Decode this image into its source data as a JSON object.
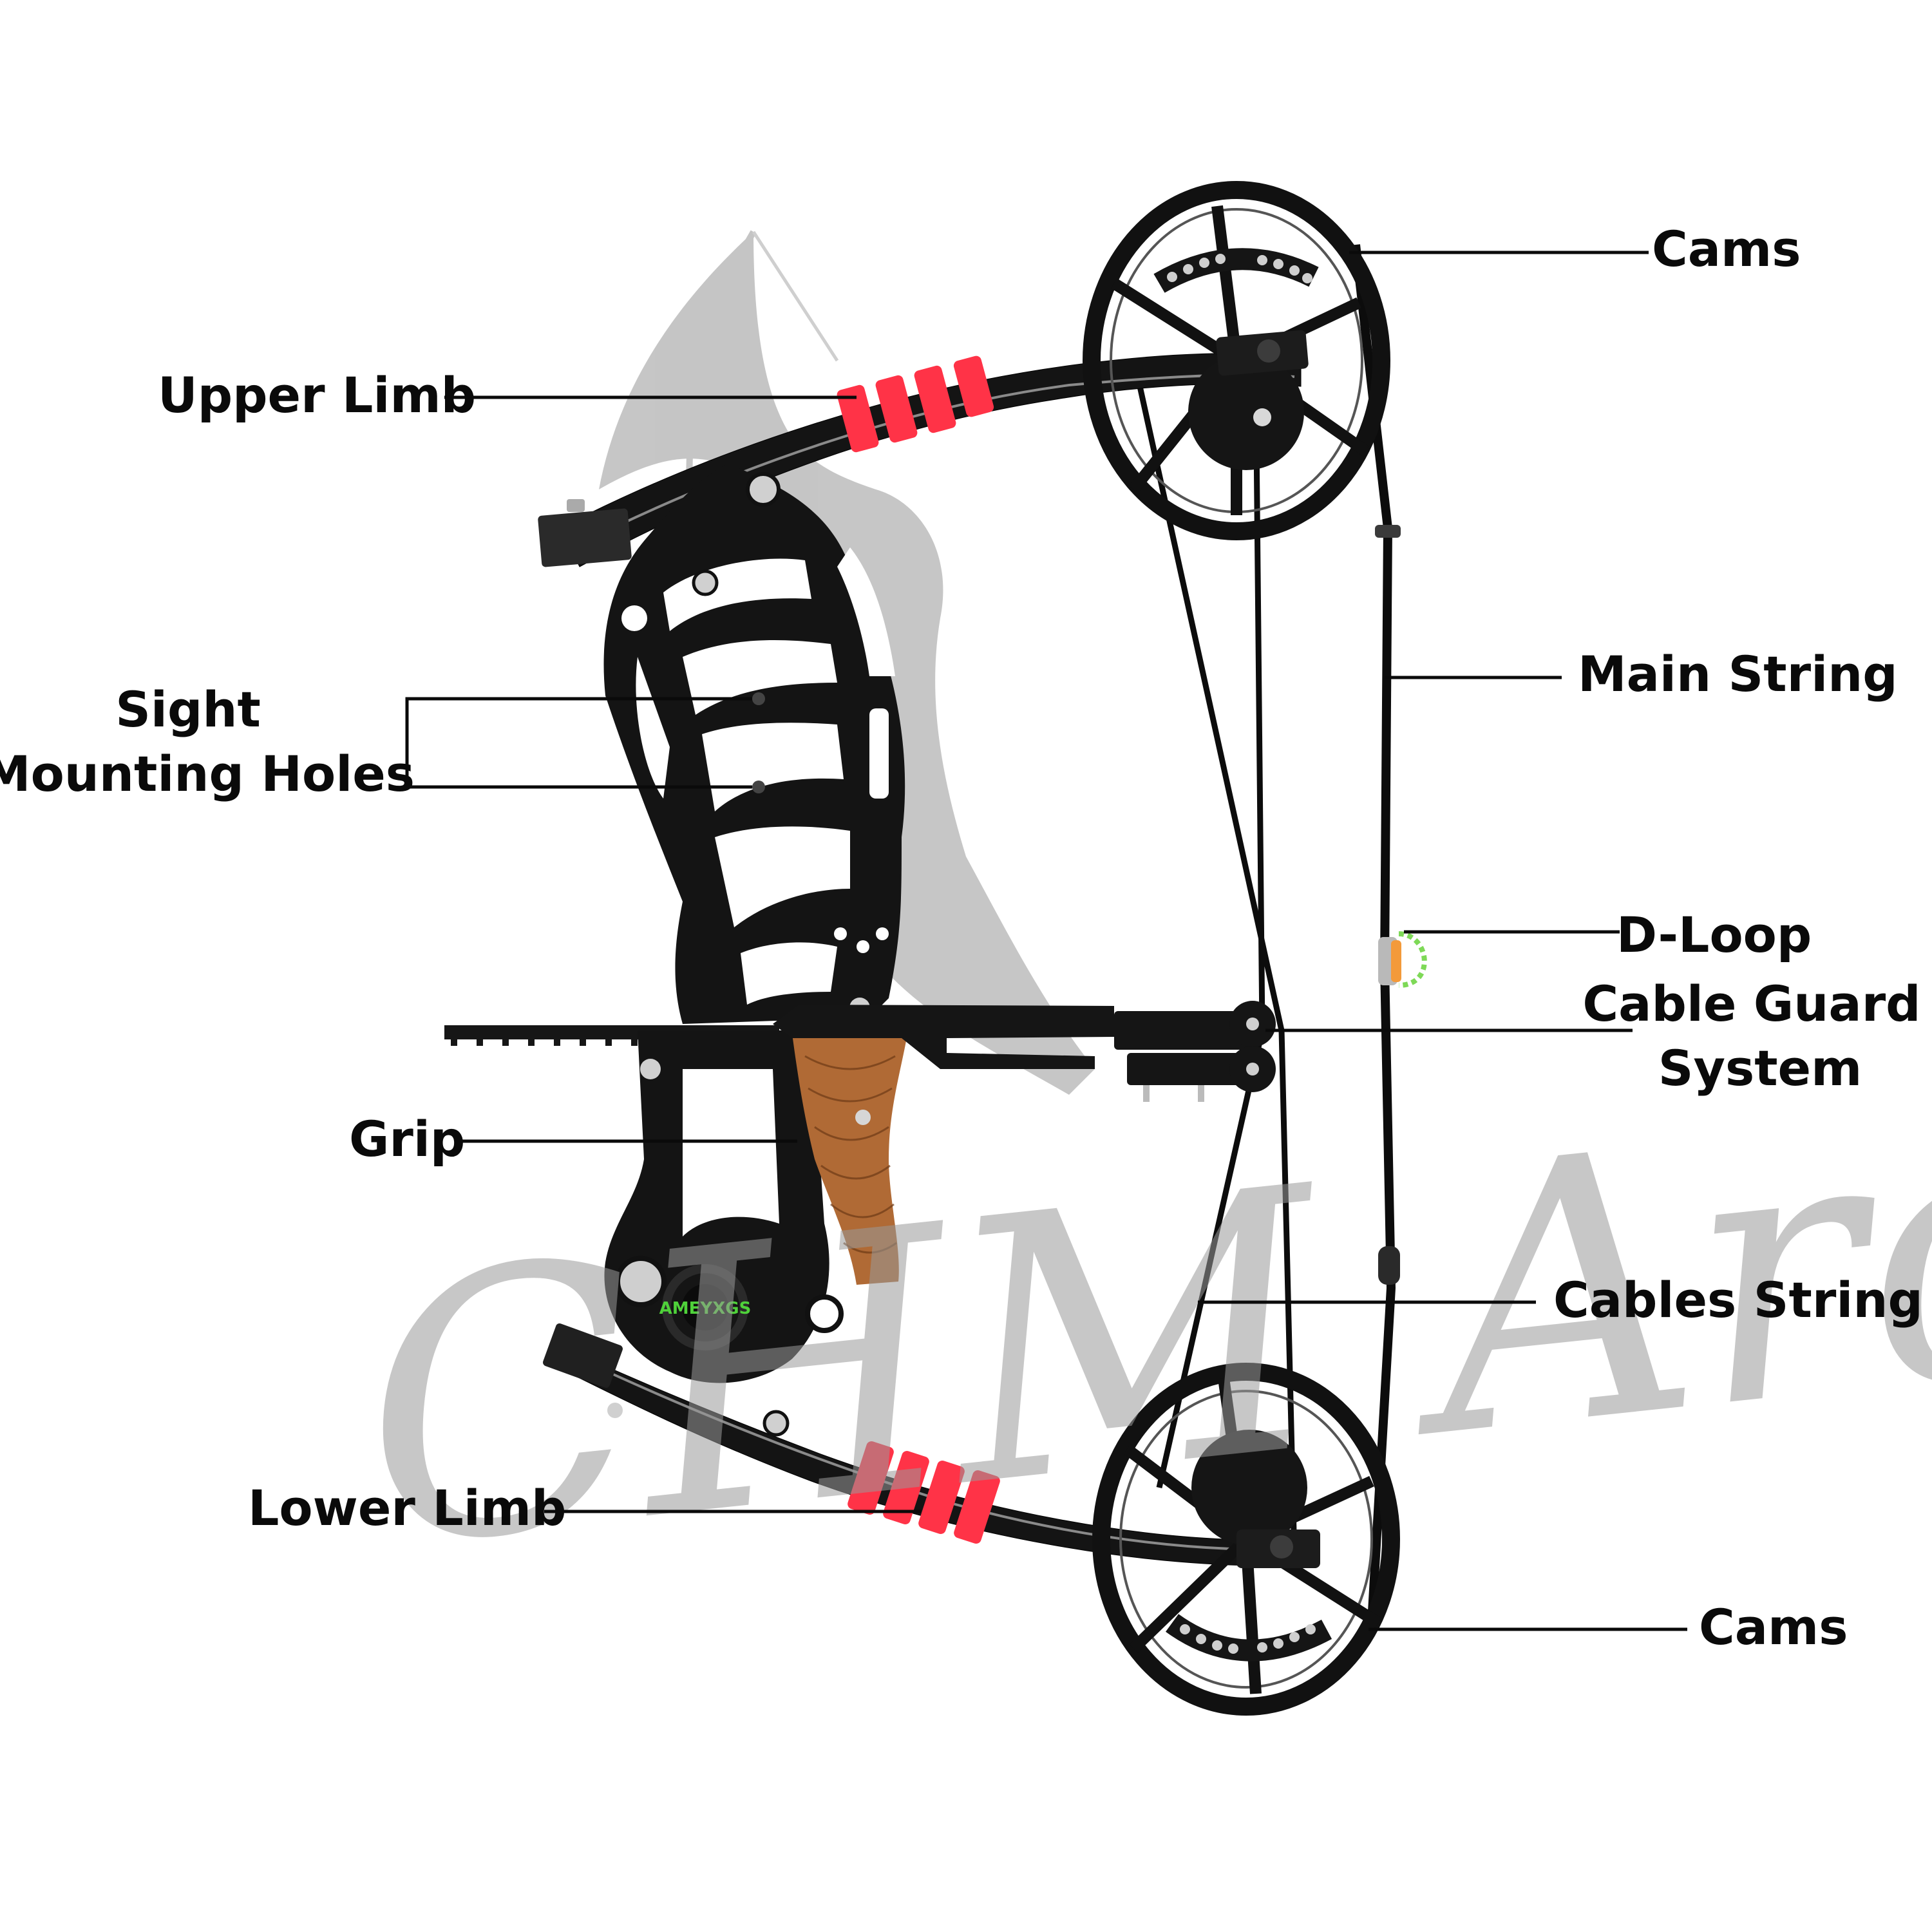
{
  "diagram": {
    "subject": "compound bow anatomy",
    "labels": {
      "cams_top": "Cams",
      "upper_limb": "Upper Limb",
      "main_string": "Main String",
      "sight_line1": "Sight",
      "sight_line2": "Mounting Holes",
      "d_loop": "D-Loop",
      "cable_guard_line1": "Cable Guard",
      "cable_guard_line2": "System",
      "grip": "Grip",
      "cables_string": "Cables String",
      "lower_limb": "Lower Limb",
      "cams_bottom": "Cams"
    },
    "watermark": "CHM Archery",
    "cam_badge": "AMEYXGS",
    "colors": {
      "bow_metal": "#141414",
      "limb_dampener": "#ff3347",
      "grip_wood": "#b06a35",
      "d_loop_cord": "#7ed957",
      "label_text": "#0a0a0a",
      "watermark": "#9a9a9a"
    }
  }
}
